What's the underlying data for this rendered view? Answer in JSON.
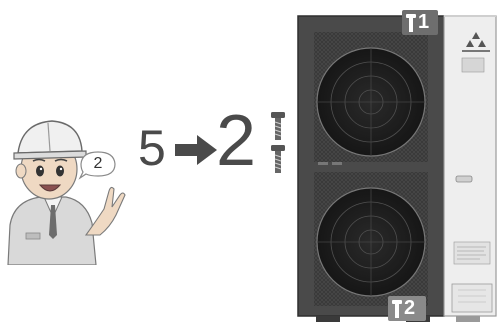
{
  "speech_bubble": {
    "number": "2"
  },
  "instruction": {
    "from": "5",
    "to": "2"
  },
  "callouts": {
    "top": "1",
    "bottom": "2"
  },
  "icons": [
    "worker-illustration",
    "speech-bubble",
    "arrow-right-icon",
    "screw-icon",
    "fan-grille",
    "brand-logo"
  ]
}
